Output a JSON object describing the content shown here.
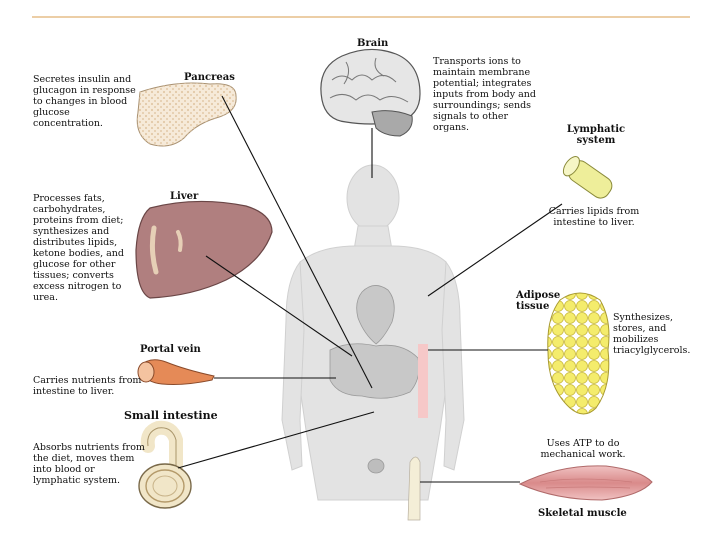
{
  "labels": {
    "brain_title": "Brain",
    "brain_desc": "Transports ions to maintain membrane potential; integrates inputs from body and surroundings; sends signals to other organs.",
    "pancreas_title": "Pancreas",
    "pancreas_desc": "Secretes insulin and glucagon in response to changes in blood glucose concentration.",
    "liver_title": "Liver",
    "liver_desc": "Processes fats, carbohydrates, proteins from diet; synthesizes and distributes lipids, ketone bodies, and glucose for other tissues; converts excess nitrogen to urea.",
    "lymphatic_title": "Lymphatic system",
    "lymphatic_desc": "Carries lipids from intestine to liver.",
    "adipose_title": "Adipose tissue",
    "adipose_desc": "Synthesizes, stores, and mobilizes triacylglycerols.",
    "portal_title": "Portal vein",
    "portal_desc": "Carries nutrients from intestine to liver.",
    "small_intestine_title": "Small intestine",
    "small_intestine_desc": "Absorbs nutrients from the diet, moves them into blood or lymphatic system.",
    "muscle_title": "Skeletal muscle",
    "muscle_desc": "Uses ATP to do mechanical work."
  },
  "colors": {
    "body": "#e3e3e3",
    "liver": "#b07f7f",
    "pancreas": "#f6ead9",
    "brain": "#e6e6e6",
    "lymph": "#eeee9a",
    "adipose": "#f2ea62",
    "vein": "#e58a57",
    "muscle": "#e4a1a1",
    "rule": "#e0b070",
    "line": "#111111"
  }
}
